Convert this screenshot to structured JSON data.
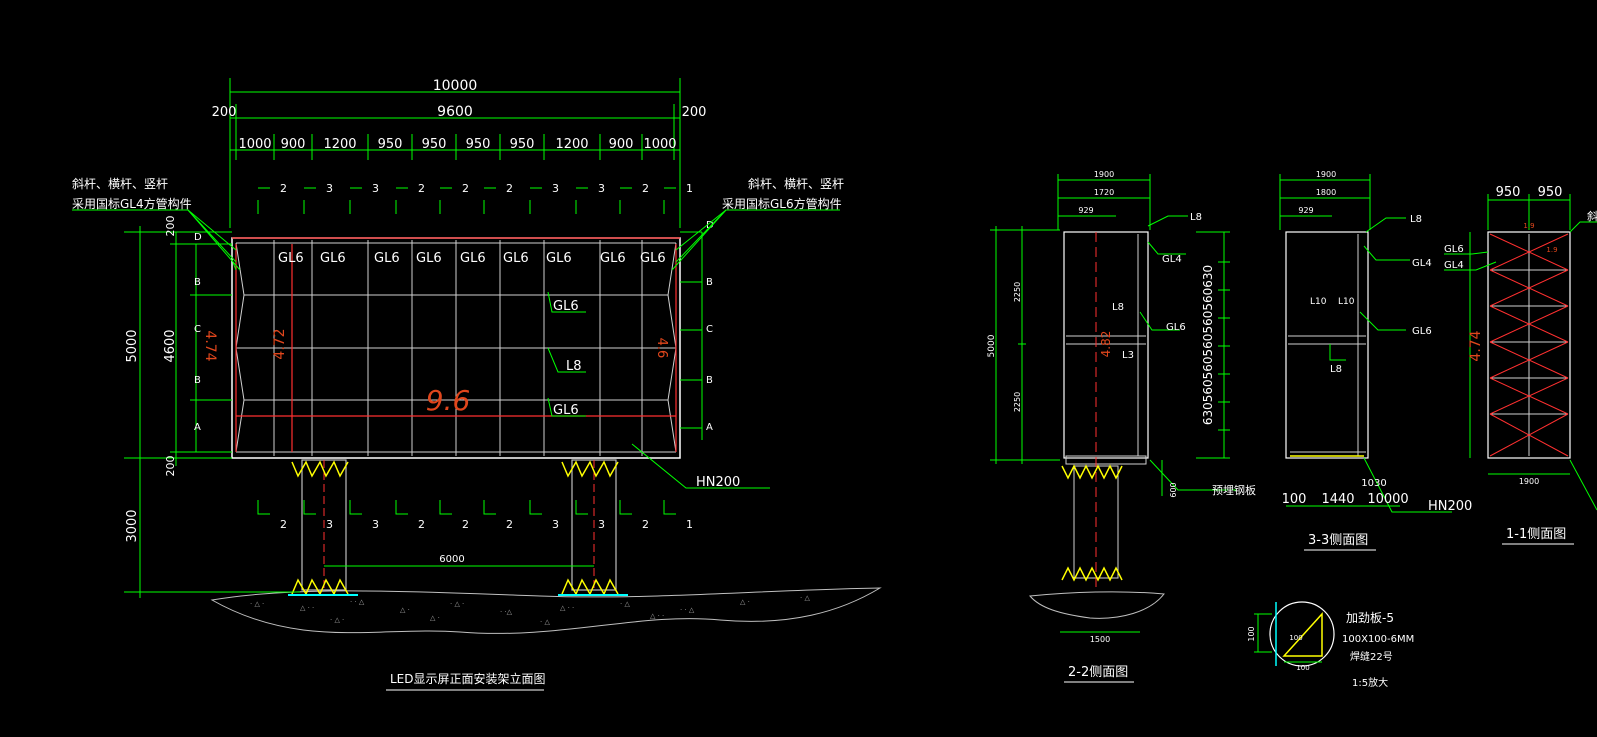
{
  "colors": {
    "background": "#000000",
    "text": "#ffffff",
    "dimension": "#00ff00",
    "frame": "#ffffff",
    "gray": "#bfbfbf",
    "red": "#ff3030",
    "cyan": "#00ffff",
    "yellow": "#ffff00",
    "orange": "#e0461c"
  },
  "front_view": {
    "title": "LED显示屏正面安装架立面图",
    "top_dims": {
      "overall": "10000",
      "inner": "9600",
      "edge_left": "200",
      "edge_right": "200",
      "bays": [
        "1000",
        "900",
        "1200",
        "950",
        "950",
        "950",
        "950",
        "1200",
        "900",
        "1000"
      ]
    },
    "section_marks_top": [
      "2",
      "3",
      "3",
      "2",
      "2",
      "2",
      "3",
      "3",
      "2",
      "1"
    ],
    "section_marks_bottom": [
      "2",
      "3",
      "3",
      "2",
      "2",
      "2",
      "3",
      "3",
      "2",
      "1"
    ],
    "left_dims": {
      "total": "5000",
      "inner": "4600",
      "top_edge": "200",
      "bottom_edge": "200",
      "support": "3000"
    },
    "row_marks": [
      "D",
      "B",
      "C",
      "B",
      "A"
    ],
    "note_left_line1": "斜杆、横杆、竖杆",
    "note_left_line2": "采用国标GL4方管构件",
    "note_right_line1": "斜杆、横杆、竖杆",
    "note_right_line2": "采用国标GL6方管构件",
    "gl6_top": [
      "GL6",
      "GL6",
      "GL6",
      "GL6",
      "GL6",
      "GL6",
      "GL6",
      "GL6",
      "GL6"
    ],
    "middle_labels": {
      "gl6_a": "GL6",
      "l8": "L8",
      "gl6_b": "GL6"
    },
    "hand_notes": {
      "left": "4.74",
      "mid": "4.72",
      "center": "9.6",
      "right": "4.6"
    },
    "beam_label": "HN200",
    "column_spacing": "6000"
  },
  "side_2_2": {
    "title": "2-2侧面图",
    "dims": {
      "w1": "1900",
      "w2": "1720",
      "w3": "929",
      "height": "5000",
      "upper": "2250",
      "lower": "2250",
      "base": "1500",
      "plate_dim": "600"
    },
    "labels": {
      "l8_top": "L8",
      "gl4": "GL4",
      "l8_mid": "L8",
      "gl6": "GL6",
      "l3": "L3",
      "plate": "预埋钢板"
    },
    "right_spacing": "630560560560560560630",
    "hand_note": "4.82"
  },
  "side_3_3": {
    "title": "3-3侧面图",
    "dims": {
      "w1": "1900",
      "w2": "1800",
      "w3": "929",
      "bottom_a": "100",
      "bottom_b": "1440",
      "bottom_c": "10000",
      "bottom_small": "1030"
    },
    "labels": {
      "l8_top": "L8",
      "gl4": "GL4",
      "l10_a": "L10",
      "l10_b": "L10",
      "gl6": "GL6",
      "l8_mid": "L8",
      "beam": "HN200"
    }
  },
  "side_1_1": {
    "title": "1-1侧面图",
    "dims": {
      "w_a": "950",
      "w_b": "950",
      "bottom": "1900"
    },
    "labels": {
      "gl6": "GL6",
      "gl4": "GL4",
      "cut": "斜"
    },
    "hand_notes": {
      "top": "1.9",
      "right": "1.9",
      "side": "4.74"
    }
  },
  "stiffener_detail": {
    "title": "加劲板-5",
    "size": "100X100-6MM",
    "weld": "焊缝22号",
    "scale": "1:5放大",
    "dim_a": "100",
    "dim_b": "100",
    "dim_c": "100"
  }
}
